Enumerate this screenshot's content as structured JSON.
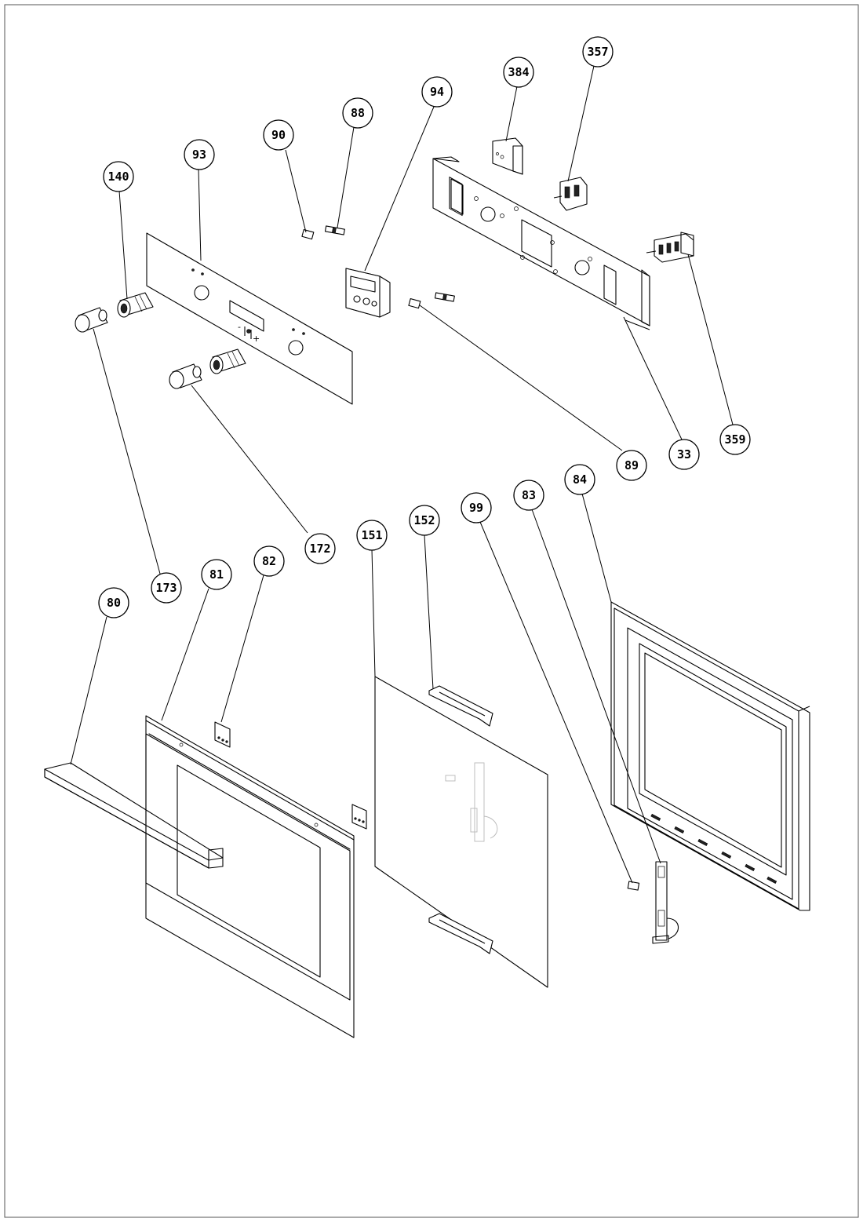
{
  "diagram": {
    "parts": [
      {
        "id": "p357",
        "label": "357"
      },
      {
        "id": "p384",
        "label": "384"
      },
      {
        "id": "p94",
        "label": "94"
      },
      {
        "id": "p88",
        "label": "88"
      },
      {
        "id": "p90",
        "label": "90"
      },
      {
        "id": "p93",
        "label": "93"
      },
      {
        "id": "p140",
        "label": "140"
      },
      {
        "id": "p33",
        "label": "33"
      },
      {
        "id": "p359",
        "label": "359"
      },
      {
        "id": "p89",
        "label": "89"
      },
      {
        "id": "p172",
        "label": "172"
      },
      {
        "id": "p173",
        "label": "173"
      },
      {
        "id": "p80",
        "label": "80"
      },
      {
        "id": "p81",
        "label": "81"
      },
      {
        "id": "p82",
        "label": "82"
      },
      {
        "id": "p151",
        "label": "151"
      },
      {
        "id": "p152",
        "label": "152"
      },
      {
        "id": "p99",
        "label": "99"
      },
      {
        "id": "p83",
        "label": "83"
      },
      {
        "id": "p84",
        "label": "84"
      }
    ],
    "panel_marks": {
      "minus": "-",
      "plus": "+"
    }
  }
}
